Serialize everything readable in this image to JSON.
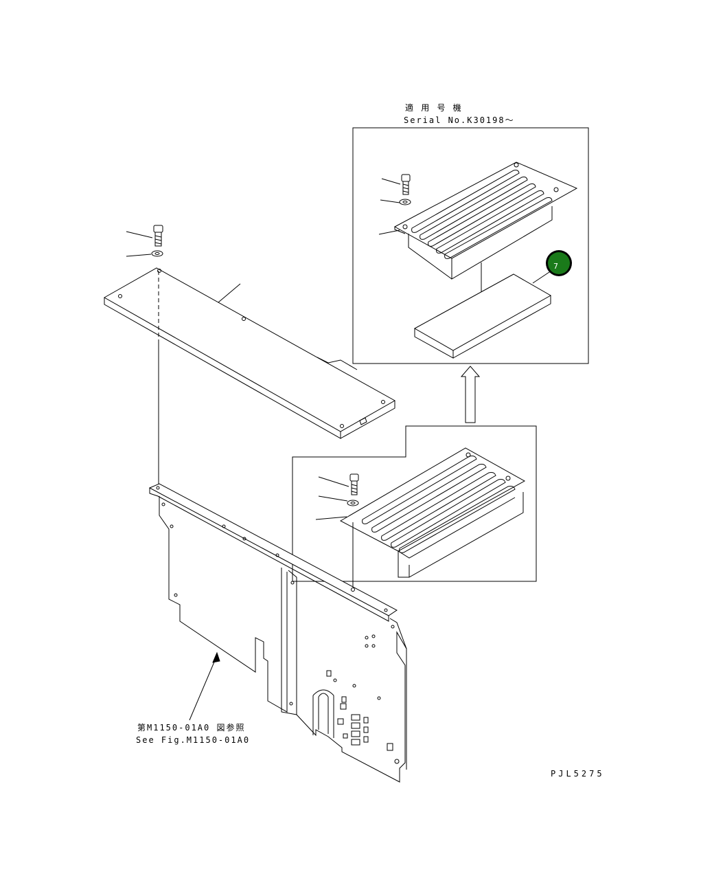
{
  "labels": {
    "serial_jp": "適 用 号 機",
    "serial_en": "Serial No.K30198〜",
    "ref_jp": "第M1150-01A0 図参照",
    "ref_en": "See Fig.M1150-01A0",
    "drawing_code": "PJL5275"
  },
  "callouts": [
    {
      "number": "7",
      "color": "#1a7a1a"
    }
  ]
}
